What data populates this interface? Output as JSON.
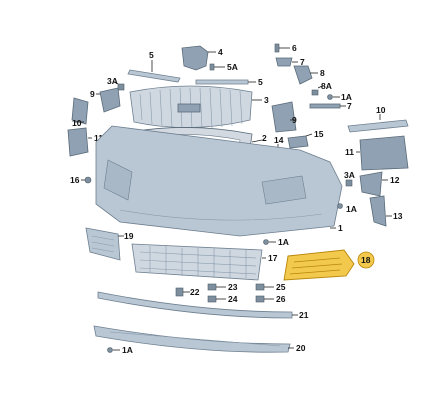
{
  "labels": {
    "p1": "1",
    "p1a_a": "1A",
    "p1a_b": "1A",
    "p1a_c": "1A",
    "p1a_d": "1A",
    "p2": "2",
    "p3": "3",
    "p3a": "3A",
    "p4": "4",
    "p5a": "5",
    "p5b": "5",
    "p5a_lbl": "5A",
    "p6": "6",
    "p7": "7",
    "p8": "8",
    "p8a": "8A",
    "p9a": "9",
    "p9b": "9",
    "p10a": "10",
    "p10b": "10",
    "p11a": "11",
    "p11b": "11",
    "p12": "12",
    "p13": "13",
    "p14": "14",
    "p15": "15",
    "p16": "16",
    "p17": "17",
    "p18": "18",
    "p19": "19",
    "p20": "20",
    "p21": "21",
    "p22": "22",
    "p23": "23",
    "p24": "24",
    "p25": "25",
    "p26": "26"
  },
  "highlight_color": "#f2c94c"
}
